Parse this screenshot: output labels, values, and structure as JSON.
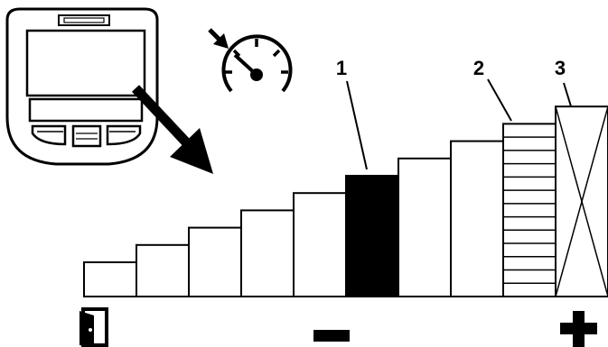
{
  "figure": {
    "background": "#ffffff",
    "ink": "#000000"
  },
  "display_unit": {
    "icon": "display-unit-icon",
    "buttons": [
      "left-button",
      "center-button",
      "right-button"
    ]
  },
  "speed_icon": "speedometer-icon",
  "bar_scale": {
    "bar_count": 10,
    "bars": [
      {
        "level": 1,
        "fill": "none"
      },
      {
        "level": 2,
        "fill": "none"
      },
      {
        "level": 3,
        "fill": "none"
      },
      {
        "level": 4,
        "fill": "none"
      },
      {
        "level": 5,
        "fill": "none"
      },
      {
        "level": 6,
        "fill": "solid"
      },
      {
        "level": 7,
        "fill": "none"
      },
      {
        "level": 8,
        "fill": "none"
      },
      {
        "level": 9,
        "fill": "horizontal-lines"
      },
      {
        "level": 10,
        "fill": "cross"
      }
    ]
  },
  "callouts": {
    "c1": "1",
    "c2": "2",
    "c3": "3"
  },
  "bottom_symbols": {
    "left": "door-icon",
    "center": "minus-icon",
    "right": "plus-icon"
  }
}
